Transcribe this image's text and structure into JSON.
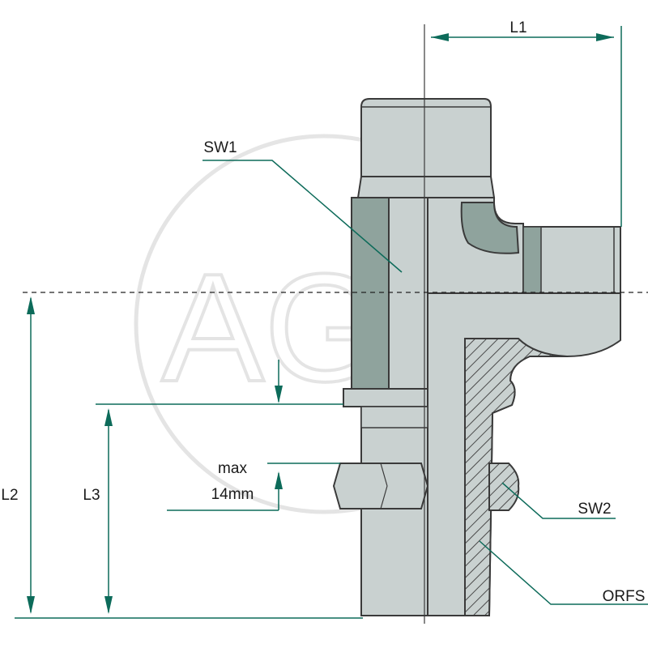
{
  "labels": {
    "l1": "L1",
    "l2": "L2",
    "l3": "L3",
    "sw1": "SW1",
    "sw2": "SW2",
    "orfs": "ORFS",
    "max_line1": "max",
    "max_line2": "14mm"
  },
  "watermark": "AGP",
  "colors": {
    "dimension_line": "#0d6b5a",
    "body_fill": "#c9d1d0",
    "body_dark": "#8fa39d",
    "outline": "#3a3a3a",
    "watermark": "#e2e2e2"
  }
}
